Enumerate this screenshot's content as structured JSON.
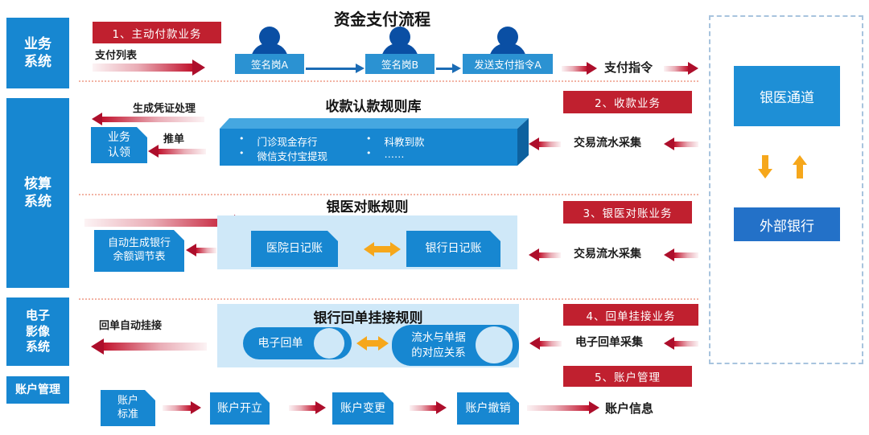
{
  "title": "资金支付流程",
  "colors": {
    "box_blue": "#1787d1",
    "person_dark_blue": "#0a4fa4",
    "person_label_blue": "#2b92d2",
    "light_blue_panel": "#cfe8f8",
    "banner_red": "#c0202f",
    "arrow_red": "#c2152f",
    "arrow_orange": "#f6a71b",
    "channel_blue": "#1e8fd6",
    "external_bank_blue": "#2371c8",
    "divider_salmon": "#f2b3a4"
  },
  "left_systems": [
    {
      "label": "业务\n系统"
    },
    {
      "label": "核算\n系统"
    },
    {
      "label": "电子\n影像\n系统"
    },
    {
      "label": "账户管理"
    }
  ],
  "right_panel": {
    "channel": "银医通道",
    "external_bank": "外部银行"
  },
  "flow1": {
    "banner": "1、主动付款业务",
    "payment_list": "支付列表",
    "persons": [
      "签名岗A",
      "签名岗B",
      "发送支付指令A"
    ],
    "instruction": "支付指令"
  },
  "flow2": {
    "banner": "2、收款业务",
    "voucher": "生成凭证处理",
    "claim": "业务\n认领",
    "push": "推单",
    "library_title": "收款认款规则库",
    "rules": [
      "门诊现金存行",
      "微信支付宝提现",
      "科教到款",
      "……"
    ],
    "collect": "交易流水采集"
  },
  "flow3": {
    "banner": "3、银医对账业务",
    "title": "银医对账规则",
    "hospital_journal": "医院日记账",
    "bank_journal": "银行日记账",
    "auto_report": "自动生成银行\n余额调节表",
    "collect": "交易流水采集"
  },
  "flow4": {
    "banner": "4、回单挂接业务",
    "title": "银行回单挂接规则",
    "receipt": "电子回单",
    "mapping": "流水与单据\n的对应关系",
    "auto_attach": "回单自动挂接",
    "collect": "电子回单采集"
  },
  "flow5": {
    "banner": "5、账户管理",
    "steps": [
      "账户\n标准",
      "账户开立",
      "账户变更",
      "账户撤销"
    ],
    "info": "账户信息"
  }
}
